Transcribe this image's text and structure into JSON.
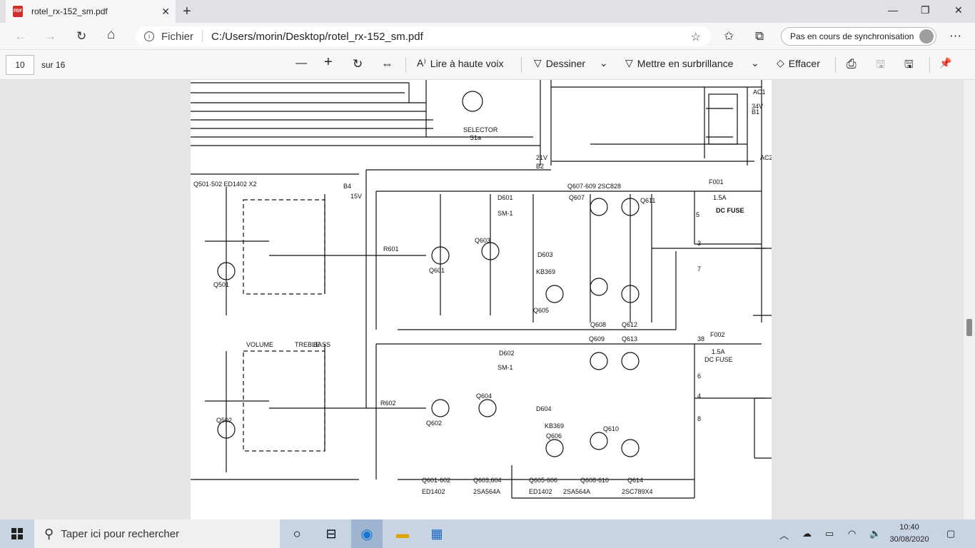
{
  "browser": {
    "tab_title": "rotel_rx-152_sm.pdf",
    "new_tab": "+",
    "win_min": "—",
    "win_max": "❐",
    "win_close": "✕",
    "back": "←",
    "forward": "→",
    "refresh": "↻",
    "home": "⌂",
    "address_scheme": "Fichier",
    "address_url": "C:/Users/morin/Desktop/rotel_rx-152_sm.pdf",
    "favorite": "☆",
    "favorites_bar": "✩",
    "collections": "⧉",
    "sync_label": "Pas en cours de synchronisation",
    "more": "⋯"
  },
  "pdf_toolbar": {
    "page_number": "10",
    "page_total": "sur 16",
    "zoom_out": "—",
    "zoom_in": "+",
    "rotate": "↻",
    "fit": "⇔",
    "read_aloud": "Lire à haute voix",
    "draw": "Dessiner",
    "highlight": "Mettre en surbrillance",
    "erase": "Effacer",
    "print": "⎙",
    "save": "🖫",
    "save_as": "🖫",
    "pin": "📌"
  },
  "schematic_labels": {
    "selector": "SELECTOR",
    "selector_ref": "S1a",
    "q501": "Q501·502 ED1402  X2",
    "q607": "Q607·609 2SC828",
    "dc_fuse": "DC FUSE",
    "dc_fuse_2": "DC  FUSE",
    "f001": "F001",
    "f002": "F002",
    "f_rating": "1.5A",
    "d603": "D603",
    "kb369": "KB369",
    "d604": "D604",
    "sm1": "SM-1",
    "d601": "D601",
    "d602": "D602",
    "volume": "VOLUME",
    "treble": "TREBLE",
    "bass": "BASS",
    "q_bottom1": "Q601·602",
    "q_bottom2": "Q603,604",
    "q_bottom3": "Q605·606",
    "q_bottom4": "Q608·610",
    "q_bottom5": "Q614",
    "ed1402": "ED1402",
    "sa564a": "2SA564A",
    "ed1402_b": "ED1402",
    "sa564a_b": "2SA564A",
    "sc789": "2SC789X4",
    "q603": "Q603",
    "q601": "Q601",
    "q605": "Q605",
    "q604": "Q604",
    "q602": "Q602",
    "q606": "Q606",
    "q611": "Q611",
    "q612": "Q612",
    "q613": "Q613",
    "q610": "Q610",
    "q608": "Q608",
    "q609": "Q609",
    "q607b": "Q607",
    "q501b": "Q501",
    "q502b": "Q502",
    "r601": "R601",
    "r602": "R602",
    "b4": "B4",
    "b2": "B2",
    "b1": "B1",
    "ac1": "AC1",
    "ac2": "AC2",
    "v21": "21V",
    "v15": "15V",
    "v34": "34V",
    "n5": "5",
    "n3": "3",
    "n7": "7",
    "n4": "4",
    "n6": "6",
    "n8": "8",
    "n38": "38"
  },
  "taskbar": {
    "search_placeholder": "Taper ici pour rechercher",
    "time": "10:40",
    "date": "30/08/2020"
  }
}
